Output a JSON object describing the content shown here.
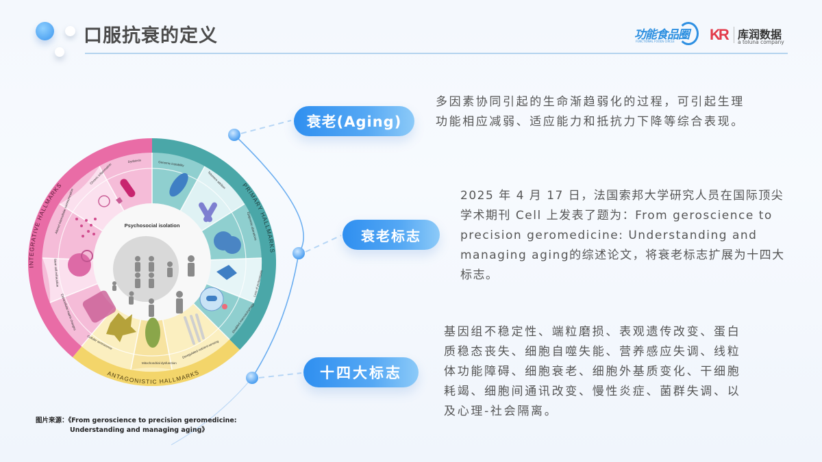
{
  "header": {
    "title": "口服抗衰的定义",
    "logos": {
      "brand1_name": "功能食品圈",
      "brand1_sub": "FUNCTIONAL FOODS CIRCLE",
      "brand2_mark": "KR",
      "brand2_name": "库润数据",
      "brand2_sub": "a toluna company"
    }
  },
  "figure": {
    "center_label": "Psychosocial isolation",
    "groups": [
      {
        "name": "PRIMARY HALLMARKS",
        "color": "#4aa7a8",
        "items": [
          "Genomic instability",
          "Telomere attrition",
          "Epigenetic alterations",
          "Loss of proteostasis",
          "Disabled macroautophagy"
        ]
      },
      {
        "name": "ANTAGONISTIC HALLMARKS",
        "color": "#f4d66a",
        "items": [
          "Deregulated nutrient-sensing",
          "Mitochondrial dysfunction",
          "Cellular senescence"
        ]
      },
      {
        "name": "INTEGRATIVE HALLMARKS",
        "color": "#ea6fa8",
        "items": [
          "Extracellular matrix changes",
          "Stem cell exhaustion",
          "Altered intercellular communication",
          "Chronic inflammation",
          "Dysbiosis"
        ]
      }
    ],
    "source_label": "图片来源：《From geroscience to precision geromedicine:",
    "source_label_line2": "Understanding and managing aging》"
  },
  "sections": [
    {
      "pill": "衰老(Aging)",
      "text": "多因素协同引起的生命渐趋弱化的过程，可引起生理功能相应减弱、适应能力和抵抗力下降等综合表现。"
    },
    {
      "pill": "衰老标志",
      "text": "2025 年 4 月 17 日，法国索邦大学研究人员在国际顶尖学术期刊 Cell 上发表了题为：From geroscience to precision geromedicine: Understanding and managing aging的综述论文，将衰老标志扩展为十四大标志。"
    },
    {
      "pill": "十四大标志",
      "text": "基因组不稳定性、端粒磨损、表观遗传改变、蛋白质稳态丧失、细胞自噬失能、营养感应失调、线粒体功能障碍、细胞衰老、细胞外基质变化、干细胞耗竭、细胞间通讯改变、慢性炎症、菌群失调、以及心理-社会隔离。"
    }
  ],
  "colors": {
    "accent_blue": "#2f8ff0",
    "title_rule": "#b3d3ee",
    "primary_teal": "#4aa7a8",
    "integrative_pink": "#ea6fa8",
    "antagonistic_yellow": "#f4d66a"
  }
}
